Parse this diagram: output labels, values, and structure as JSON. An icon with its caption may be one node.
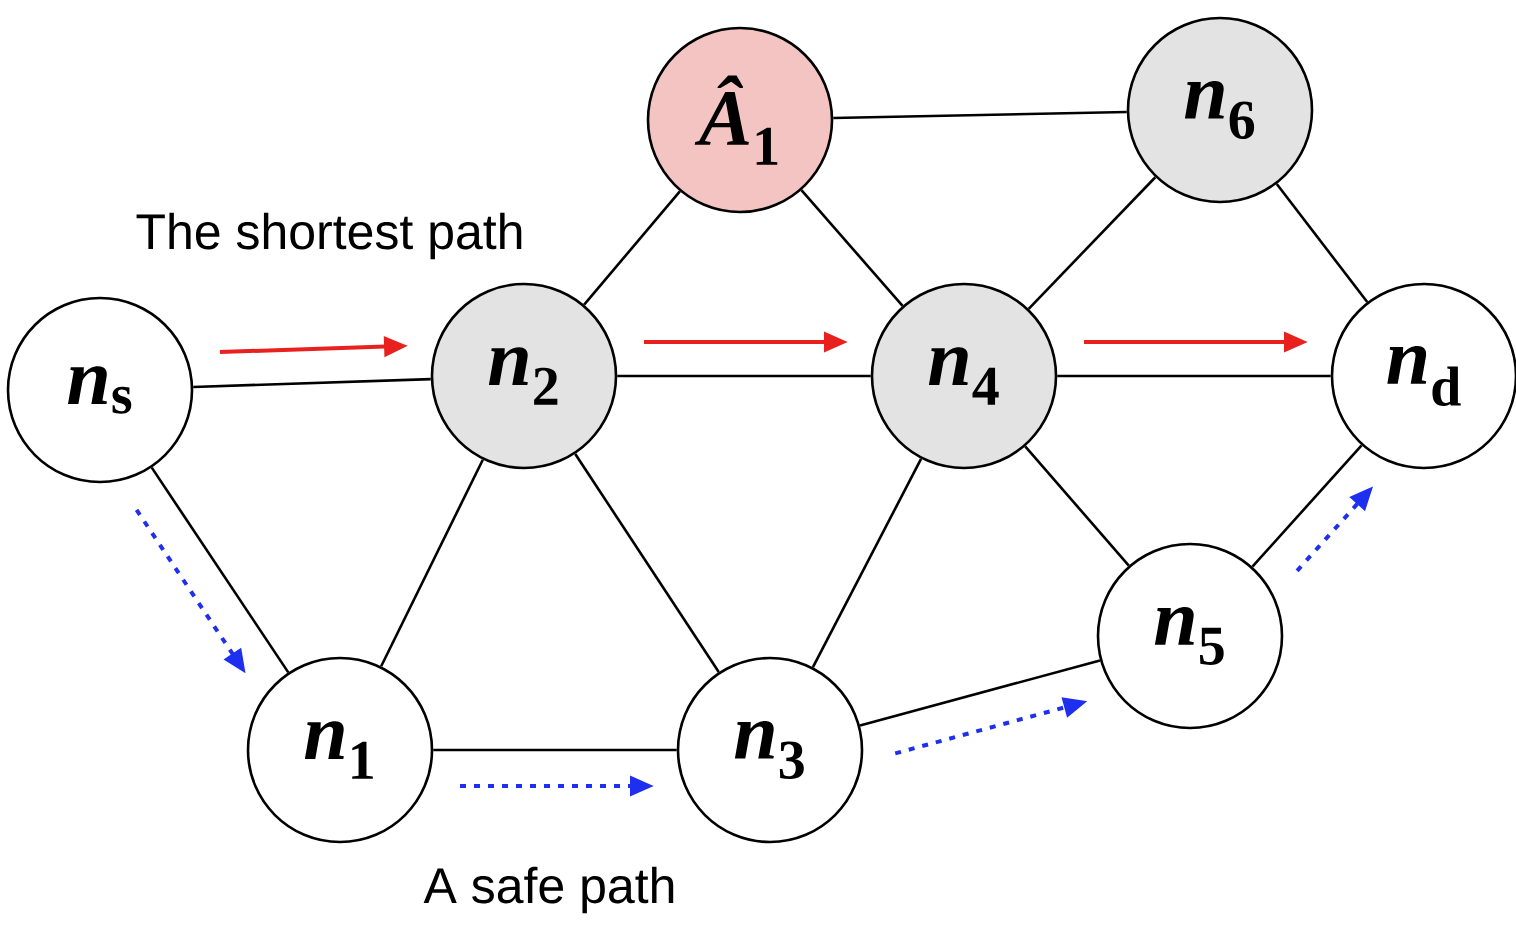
{
  "diagram": {
    "nodes": [
      {
        "text": [
          "*n*$_{s}$"
        ]
      },
      {
        "text": [
          "*n*$_{2}$"
        ]
      },
      {
        "text": [
          "*Â*$_{1}$"
        ]
      },
      {
        "text": [
          "*n*$_{6}$"
        ]
      },
      {
        "text": [
          "*n*$_{4}$"
        ]
      },
      {
        "text": [
          "*n*$_{d}$"
        ]
      },
      {
        "text": [
          "*n*$_{1}$"
        ]
      },
      {
        "text": [
          "*n*$_{3}$"
        ]
      },
      {
        "text": [
          "*n*$_{5}$"
        ]
      }
    ],
    "edges": [
      {
        "from": 0,
        "to": 1,
        "arrow": "none"
      },
      {
        "from": 0,
        "to": 6,
        "arrow": "none"
      },
      {
        "from": 6,
        "to": 1,
        "arrow": "none"
      },
      {
        "from": 6,
        "to": 7,
        "arrow": "none"
      },
      {
        "from": 1,
        "to": 2,
        "arrow": "none"
      },
      {
        "from": 1,
        "to": 4,
        "arrow": "none"
      },
      {
        "from": 1,
        "to": 7,
        "arrow": "none"
      },
      {
        "from": 2,
        "to": 3,
        "arrow": "none"
      },
      {
        "from": 2,
        "to": 4,
        "arrow": "none"
      },
      {
        "from": 7,
        "to": 4,
        "arrow": "none"
      },
      {
        "from": 7,
        "to": 8,
        "arrow": "none"
      },
      {
        "from": 4,
        "to": 3,
        "arrow": "none"
      },
      {
        "from": 4,
        "to": 5,
        "arrow": "none"
      },
      {
        "from": 4,
        "to": 8,
        "arrow": "none"
      },
      {
        "from": 3,
        "to": 5,
        "arrow": "none"
      },
      {
        "from": 8,
        "to": 5,
        "arrow": "none"
      },
      {
        "from": 0,
        "to": 1,
        "arrow": "to",
        "color": "#e8211f"
      },
      {
        "from": 1,
        "to": 4,
        "arrow": "to",
        "color": "#e8211f"
      },
      {
        "from": 4,
        "to": 5,
        "arrow": "to",
        "color": "#e8211f"
      },
      {
        "from": 0,
        "to": 6,
        "arrow": "to",
        "style": "dashed",
        "color": "#1f2ff0"
      },
      {
        "from": 6,
        "to": 7,
        "arrow": "to",
        "style": "dashed",
        "color": "#1f2ff0"
      },
      {
        "from": 7,
        "to": 8,
        "arrow": "to",
        "style": "dashed",
        "color": "#1f2ff0"
      },
      {
        "from": 8,
        "to": 5,
        "arrow": "to",
        "style": "dashed",
        "color": "#1f2ff0"
      }
    ],
    "labels": [
      "The shortest path",
      "A safe path"
    ]
  }
}
